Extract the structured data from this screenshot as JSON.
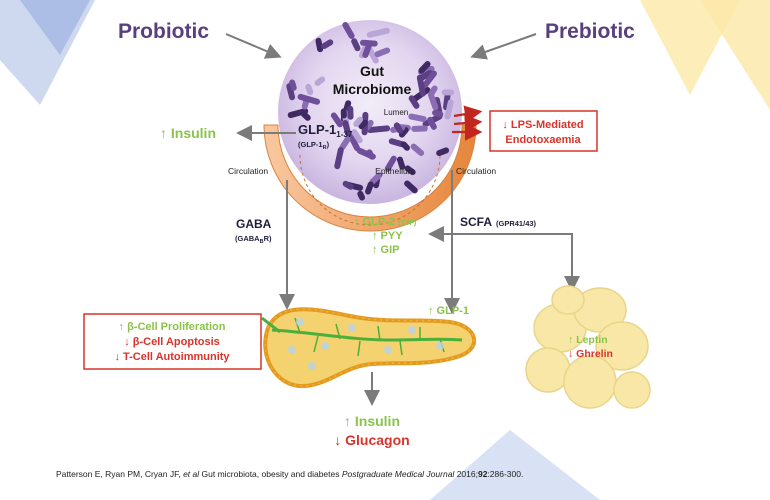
{
  "colors": {
    "purple": "#5a3f7e",
    "green": "#8bc34a",
    "red": "#d9342b",
    "orange": "#e8921e",
    "arrow": "#7b7b7b",
    "fat": "#f6e49b"
  },
  "header": {
    "probiotic": "Probiotic",
    "prebiotic": "Prebiotic"
  },
  "microbiome": {
    "title_line1": "Gut",
    "title_line2": "Microbiome",
    "lumen": "Lumen",
    "epithelium": "Epithelium"
  },
  "glp1_box": {
    "main": "GLP-1",
    "main_sub": "1-37",
    "small": "(GLP-1",
    "small_sub": "R",
    "small_end": ")"
  },
  "insulin_left": "↑ Insulin",
  "lps_box": {
    "line1": "↓ LPS-Mediated",
    "line2": "Endotoxaemia"
  },
  "circulation_left": "Circulation",
  "circulation_right": "Circulation",
  "gaba": {
    "label": "GABA",
    "sub": "(GABA",
    "sub_sub": "B",
    "sub_end": "R)"
  },
  "hormones_mid": {
    "glp2": "↑ GLP-2",
    "glp2_note": "(TJF)",
    "pyy": "↑ PYY",
    "gip": "↑ GIP"
  },
  "scfa": {
    "label": "SCFA",
    "receptors": "(GPR41/43)"
  },
  "glp1_pancreas": "↑ GLP-1",
  "beta_box": {
    "line1": "↑ β-Cell Proliferation",
    "line2": "↓ β-Cell Apoptosis",
    "line3": "↓ T-Cell Autoimmunity"
  },
  "adipose": {
    "leptin": "↑ Leptin",
    "ghrelin": "↓ Ghrelin"
  },
  "outcome": {
    "insulin": "↑ Insulin",
    "glucagon": "↓ Glucagon"
  },
  "citation": {
    "authors": "Patterson E, Ryan PM, Cryan JF, ",
    "etal": "et al",
    "title": " Gut microbiota, obesity and diabetes ",
    "journal": "Postgraduate Medical Journal",
    "year": " 2016;",
    "volume": "92",
    "pages": ":286-300."
  }
}
